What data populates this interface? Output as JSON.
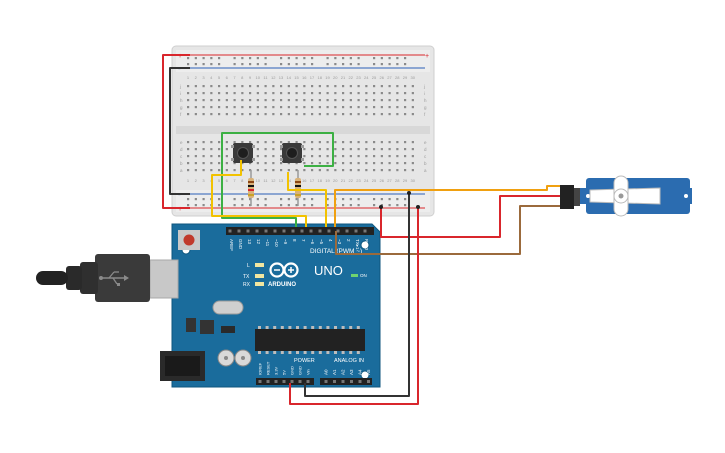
{
  "breadboard": {
    "rail_plus": "+",
    "rail_minus": "-",
    "row_letters_top": [
      "j",
      "i",
      "h",
      "g",
      "f"
    ],
    "row_letters_bottom": [
      "e",
      "d",
      "c",
      "b",
      "a"
    ],
    "column_numbers": [
      "1",
      "2",
      "3",
      "4",
      "5",
      "6",
      "7",
      "8",
      "9",
      "10",
      "11",
      "12",
      "13",
      "14",
      "15",
      "16",
      "17",
      "18",
      "19",
      "20",
      "21",
      "22",
      "23",
      "24",
      "25",
      "26",
      "27",
      "28",
      "29",
      "30"
    ]
  },
  "arduino": {
    "brand": "ARDUINO",
    "model": "UNO",
    "on_label": "ON",
    "digital_label": "DIGITAL (PWM ~)",
    "digital_pins": [
      "AREF",
      "GND",
      "13",
      "12",
      "~11",
      "~10",
      "~9",
      "8",
      "7",
      "~6",
      "~5",
      "4",
      "~3",
      "2",
      "TX▸1",
      "RX◂0"
    ],
    "led_labels": [
      "L",
      "TX",
      "RX"
    ],
    "power_label": "POWER",
    "analog_label": "ANALOG IN",
    "power_pins": [
      "IOREF",
      "RESET",
      "3.3V",
      "5V",
      "GND",
      "GND",
      "Vin"
    ],
    "analog_pins": [
      "A0",
      "A1",
      "A2",
      "A3",
      "A4",
      "A5"
    ]
  },
  "wire_colors": {
    "red": "#d9262c",
    "black": "#333333",
    "green": "#3cb043",
    "yellow": "#f2c200",
    "orange": "#f0a010",
    "brown": "#9b6a3c"
  },
  "components": {
    "buttons": [
      "pushbutton-1",
      "pushbutton-2"
    ],
    "resistors": [
      "resistor-1",
      "resistor-2"
    ],
    "servo": "micro-servo",
    "usb": "usb-cable"
  }
}
